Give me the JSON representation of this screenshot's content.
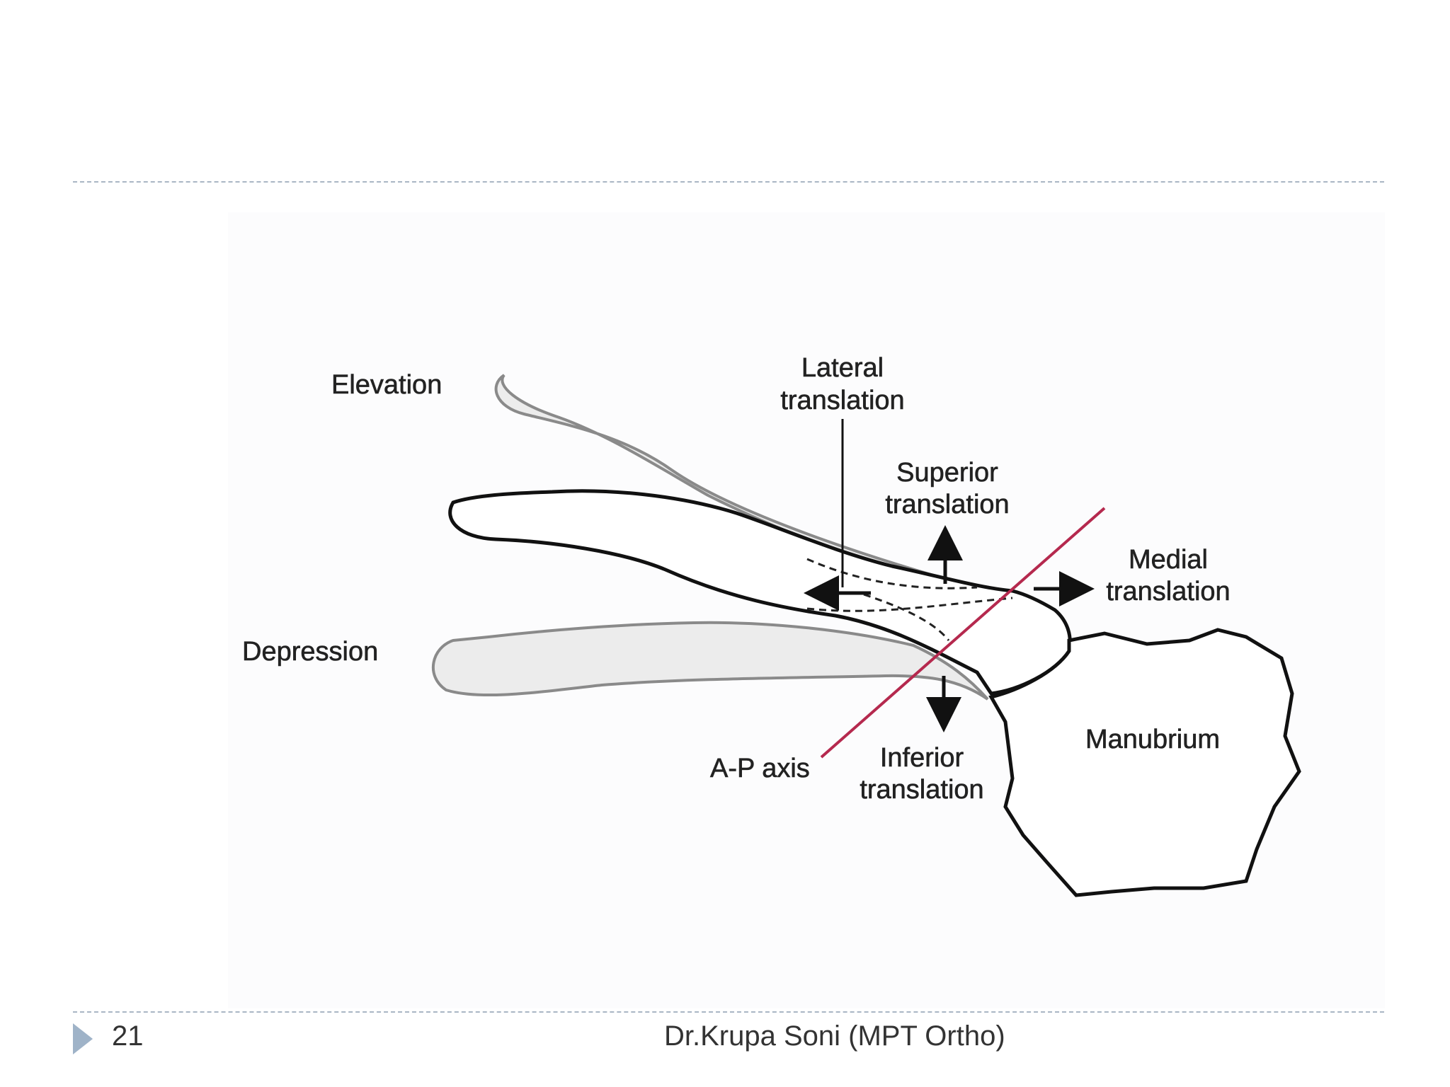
{
  "diagram": {
    "labels": {
      "elevation": "Elevation",
      "depression": "Depression",
      "lateral_line1": "Lateral",
      "lateral_line2": "translation",
      "superior_line1": "Superior",
      "superior_line2": "translation",
      "medial_line1": "Medial",
      "medial_line2": "translation",
      "inferior_line1": "Inferior",
      "inferior_line2": "translation",
      "ap_axis": "A-P axis",
      "manubrium": "Manubrium"
    },
    "colors": {
      "bone_outline": "#111111",
      "ghost_outline": "#8a8a8a",
      "ghost_fill": "#ececec",
      "axis_line": "#b5294e",
      "arrow": "#111111"
    }
  },
  "footer": {
    "slide_number": "21",
    "author": "Dr.Krupa Soni (MPT Ortho)",
    "triangle_color": "#9fb3c8"
  }
}
